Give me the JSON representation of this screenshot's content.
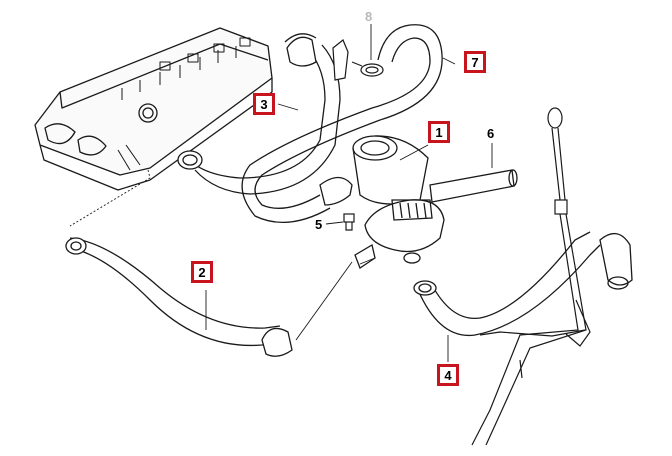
{
  "colors": {
    "callout_border": "#c8141e",
    "line": "#1a1a1a",
    "faded_label": "#b9b9b9"
  },
  "labels": {
    "part_1": "1",
    "part_2": "2",
    "part_3": "3",
    "part_4": "4",
    "part_5": "5",
    "part_6": "6",
    "part_7": "7",
    "part_8": "8"
  }
}
